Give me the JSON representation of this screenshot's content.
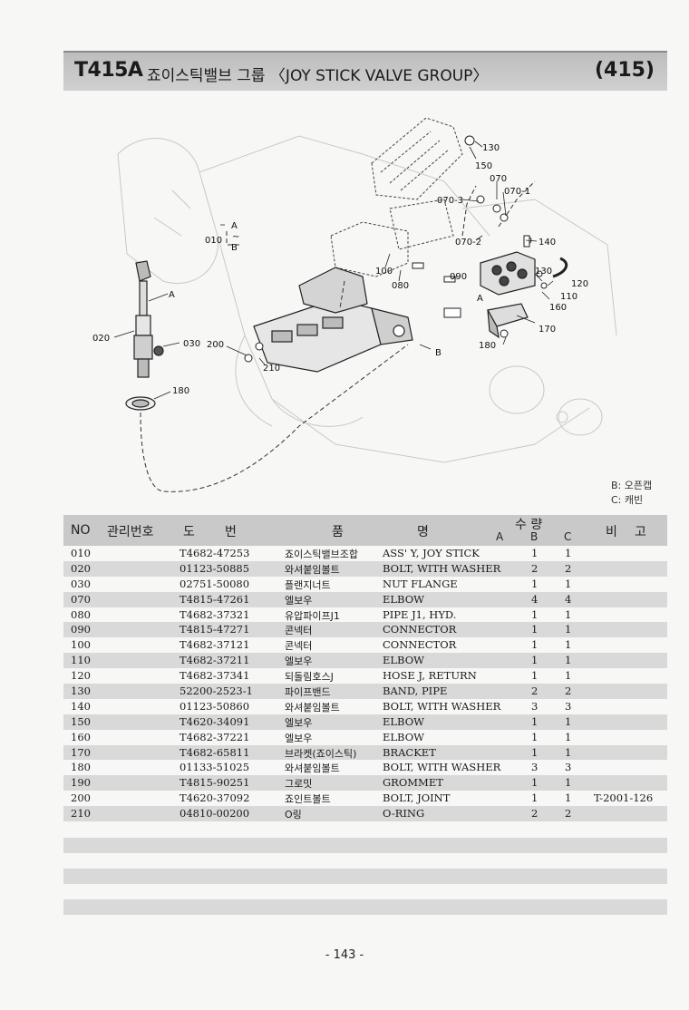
{
  "header": {
    "code": "T415A",
    "title": "죠이스틱밸브 그룹 〈JOY STICK VALVE GROUP〉",
    "group_number": "(415)"
  },
  "diagram": {
    "callouts": [
      "130",
      "150",
      "070",
      "070-1",
      "070-3",
      "010",
      "A",
      "~",
      "B",
      "140",
      "070-2",
      "100",
      "080",
      "090",
      "130",
      "120",
      "110",
      "160",
      "A",
      "170",
      "020",
      "030",
      "200",
      "210",
      "B",
      "180",
      "180"
    ]
  },
  "legend": {
    "b": "B: 오픈캡",
    "c": "C: 캐빈"
  },
  "table": {
    "headers": {
      "no": "NO",
      "mgmt": "관리번호",
      "drawing_1": "도",
      "drawing_2": "번",
      "name_1": "품",
      "name_2": "명",
      "qty": "수 량",
      "qty_a": "A",
      "qty_b": "B",
      "qty_c": "C",
      "remark_1": "비",
      "remark_2": "고"
    },
    "rows": [
      {
        "no": "010",
        "part": "T4682-47253",
        "ko": "죠이스틱밸브조합",
        "en": "ASS' Y, JOY STICK",
        "b": "1",
        "c": "1",
        "remark": ""
      },
      {
        "no": "020",
        "part": "01123-50885",
        "ko": "와셔붙임볼트",
        "en": "BOLT, WITH WASHER",
        "b": "2",
        "c": "2",
        "remark": ""
      },
      {
        "no": "030",
        "part": "02751-50080",
        "ko": "플랜지너트",
        "en": "NUT FLANGE",
        "b": "1",
        "c": "1",
        "remark": ""
      },
      {
        "no": "070",
        "part": "T4815-47261",
        "ko": "엘보우",
        "en": "ELBOW",
        "b": "4",
        "c": "4",
        "remark": ""
      },
      {
        "no": "080",
        "part": "T4682-37321",
        "ko": "유압파이프J1",
        "en": "PIPE J1, HYD.",
        "b": "1",
        "c": "1",
        "remark": ""
      },
      {
        "no": "090",
        "part": "T4815-47271",
        "ko": "콘넥터",
        "en": "CONNECTOR",
        "b": "1",
        "c": "1",
        "remark": ""
      },
      {
        "no": "100",
        "part": "T4682-37121",
        "ko": "콘넥터",
        "en": "CONNECTOR",
        "b": "1",
        "c": "1",
        "remark": ""
      },
      {
        "no": "110",
        "part": "T4682-37211",
        "ko": "엘보우",
        "en": "ELBOW",
        "b": "1",
        "c": "1",
        "remark": ""
      },
      {
        "no": "120",
        "part": "T4682-37341",
        "ko": "되돌림호스J",
        "en": "HOSE J, RETURN",
        "b": "1",
        "c": "1",
        "remark": ""
      },
      {
        "no": "130",
        "part": "52200-2523-1",
        "ko": "파이프밴드",
        "en": "BAND, PIPE",
        "b": "2",
        "c": "2",
        "remark": ""
      },
      {
        "no": "140",
        "part": "01123-50860",
        "ko": "와셔붙임볼트",
        "en": "BOLT, WITH WASHER",
        "b": "3",
        "c": "3",
        "remark": ""
      },
      {
        "no": "150",
        "part": "T4620-34091",
        "ko": "엘보우",
        "en": "ELBOW",
        "b": "1",
        "c": "1",
        "remark": ""
      },
      {
        "no": "160",
        "part": "T4682-37221",
        "ko": "엘보우",
        "en": "ELBOW",
        "b": "1",
        "c": "1",
        "remark": ""
      },
      {
        "no": "170",
        "part": "T4682-65811",
        "ko": "브라켓(죠이스틱)",
        "en": "BRACKET",
        "b": "1",
        "c": "1",
        "remark": ""
      },
      {
        "no": "180",
        "part": "01133-51025",
        "ko": "와셔붙임볼트",
        "en": "BOLT, WITH WASHER",
        "b": "3",
        "c": "3",
        "remark": ""
      },
      {
        "no": "190",
        "part": "T4815-90251",
        "ko": "그로밋",
        "en": "GROMMET",
        "b": "1",
        "c": "1",
        "remark": ""
      },
      {
        "no": "200",
        "part": "T4620-37092",
        "ko": "죠인트볼트",
        "en": "BOLT, JOINT",
        "b": "1",
        "c": "1",
        "remark": "T-2001-126"
      },
      {
        "no": "210",
        "part": "04810-00200",
        "ko": "O링",
        "en": "O-RING",
        "b": "2",
        "c": "2",
        "remark": ""
      }
    ]
  },
  "footer": {
    "page_number": "- 143 -"
  }
}
